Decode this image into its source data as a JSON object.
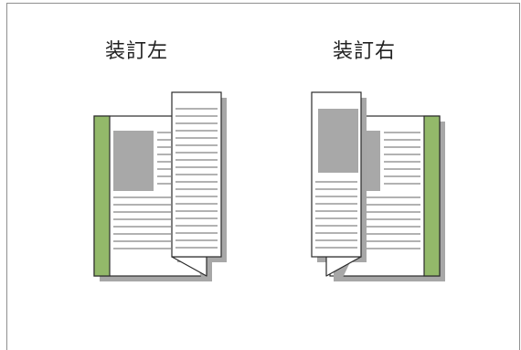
{
  "bindings": {
    "left": {
      "label": "装訂左",
      "binding_side": "left"
    },
    "right": {
      "label": "装訂右",
      "binding_side": "right"
    }
  },
  "colors": {
    "binding_strip": "#93b96a",
    "shadow": "#a7a7a7",
    "outline": "#2b2b2b",
    "text_line": "#b2b2b2",
    "image_block": "#a8a8a8",
    "frame": "#8f8f8f"
  }
}
